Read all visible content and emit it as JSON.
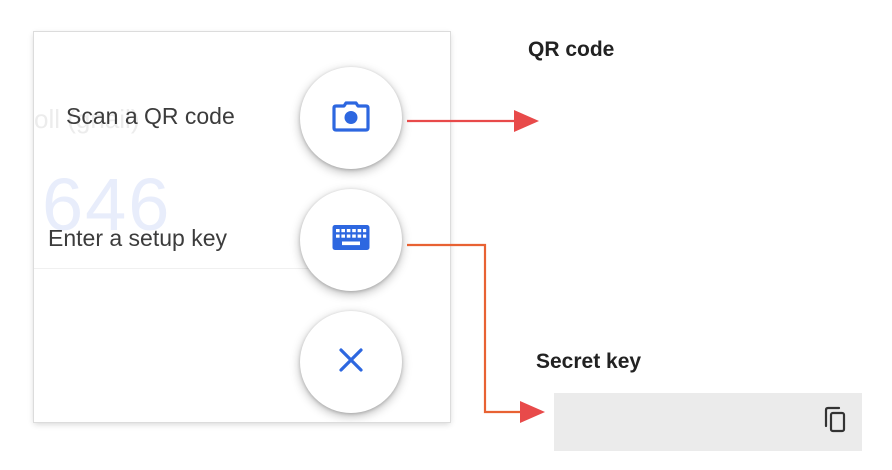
{
  "dialog": {
    "background_account": "oll (gnail)",
    "background_code": "646",
    "fab_actions": [
      {
        "label": "Scan a QR code",
        "icon": "camera-icon"
      },
      {
        "label": "Enter a setup key",
        "icon": "keyboard-icon"
      }
    ],
    "close_icon": "close-icon",
    "accent_color": "#2d67e0"
  },
  "annotations": {
    "qr_title": "QR code",
    "secret_title": "Secret key",
    "qr_arrow_color": "#e84a4a",
    "secret_arrow_color": "#e86233"
  },
  "secret_box": {
    "value": "",
    "copy_icon": "copy-icon"
  }
}
